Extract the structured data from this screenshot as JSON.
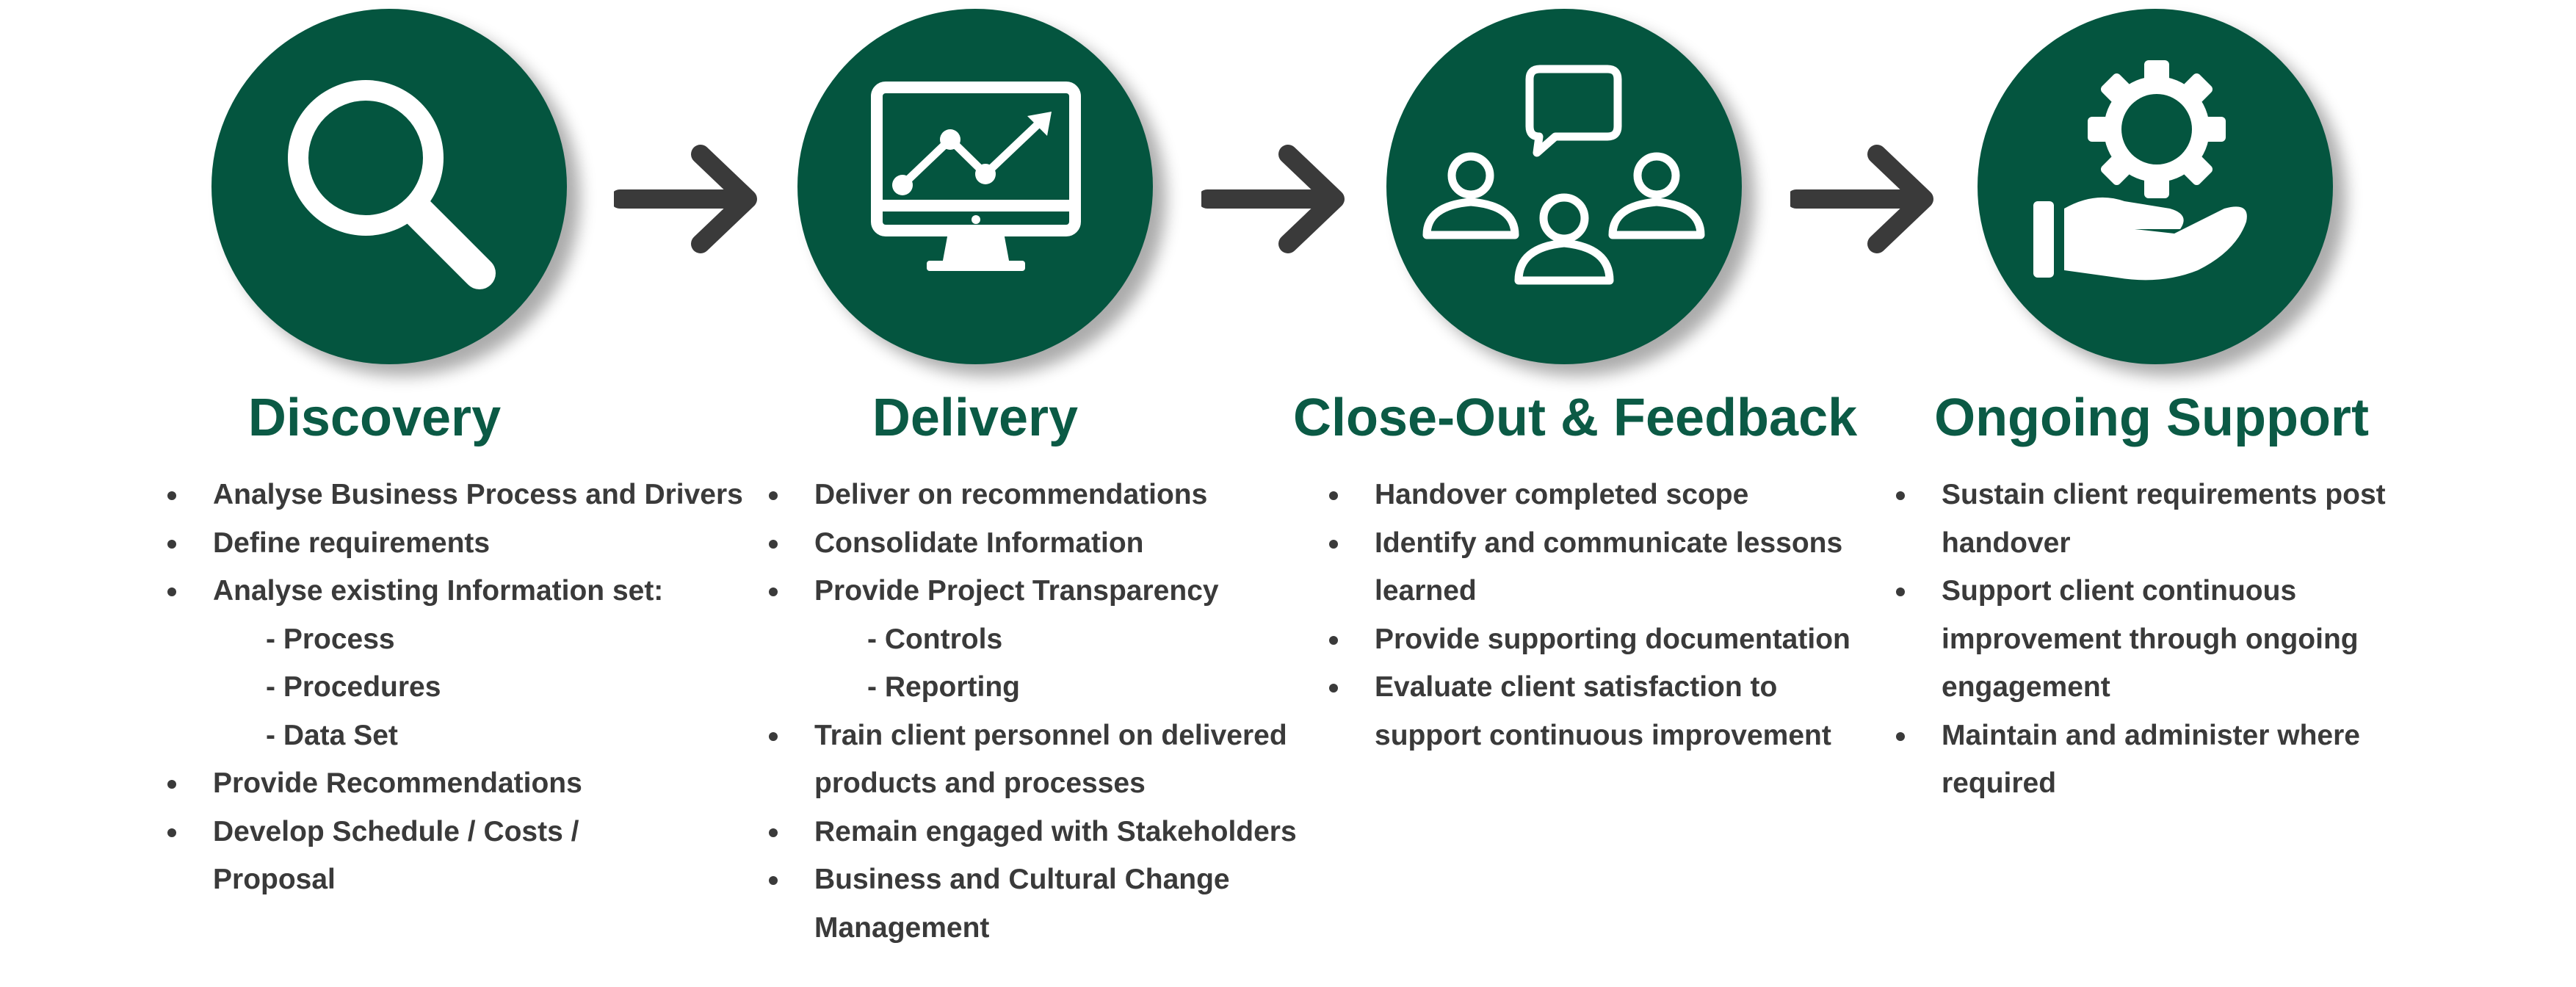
{
  "colors": {
    "circle": "#04553f",
    "title": "#0b5a45",
    "text": "#3a3a3a",
    "arrow": "#3a3a3a"
  },
  "stages": [
    {
      "icon": "magnifying-glass-icon",
      "title": "Discovery",
      "lines": [
        {
          "kind": "bullet",
          "text": "Analyse Business Process and Drivers"
        },
        {
          "kind": "bullet",
          "text": "Define requirements"
        },
        {
          "kind": "bullet",
          "text": "Analyse existing Information set:"
        },
        {
          "kind": "sub",
          "text": "- Process"
        },
        {
          "kind": "sub",
          "text": "- Procedures"
        },
        {
          "kind": "sub",
          "text": "- Data Set"
        },
        {
          "kind": "bullet",
          "text": "Provide Recommendations"
        },
        {
          "kind": "bullet",
          "text": "Develop Schedule / Costs /"
        },
        {
          "kind": "cont",
          "text": "Proposal"
        }
      ]
    },
    {
      "icon": "monitor-chart-icon",
      "title": "Delivery",
      "lines": [
        {
          "kind": "bullet",
          "text": "Deliver on recommendations"
        },
        {
          "kind": "bullet",
          "text": "Consolidate Information"
        },
        {
          "kind": "bullet",
          "text": "Provide Project Transparency"
        },
        {
          "kind": "sub",
          "text": "- Controls"
        },
        {
          "kind": "sub",
          "text": "- Reporting"
        },
        {
          "kind": "bullet",
          "text": "Train client personnel on delivered"
        },
        {
          "kind": "cont",
          "text": "products and processes"
        },
        {
          "kind": "bullet",
          "text": "Remain engaged with Stakeholders"
        },
        {
          "kind": "bullet",
          "text": "Business and Cultural Change"
        },
        {
          "kind": "cont",
          "text": "Management"
        }
      ]
    },
    {
      "icon": "team-speech-bubble-icon",
      "title": "Close-Out & Feedback",
      "lines": [
        {
          "kind": "bullet",
          "text": "Handover completed scope"
        },
        {
          "kind": "bullet",
          "text": "Identify and communicate lessons"
        },
        {
          "kind": "cont",
          "text": "learned"
        },
        {
          "kind": "bullet",
          "text": "Provide supporting documentation"
        },
        {
          "kind": "bullet",
          "text": "Evaluate client satisfaction to"
        },
        {
          "kind": "cont",
          "text": "support continuous improvement"
        }
      ]
    },
    {
      "icon": "hand-gear-icon",
      "title": "Ongoing Support",
      "lines": [
        {
          "kind": "bullet",
          "text": "Sustain client requirements post"
        },
        {
          "kind": "cont",
          "text": "handover"
        },
        {
          "kind": "bullet",
          "text": "Support client continuous"
        },
        {
          "kind": "cont",
          "text": "improvement through ongoing"
        },
        {
          "kind": "cont",
          "text": "engagement"
        },
        {
          "kind": "bullet",
          "text": "Maintain and administer where"
        },
        {
          "kind": "cont",
          "text": "required"
        }
      ]
    }
  ]
}
